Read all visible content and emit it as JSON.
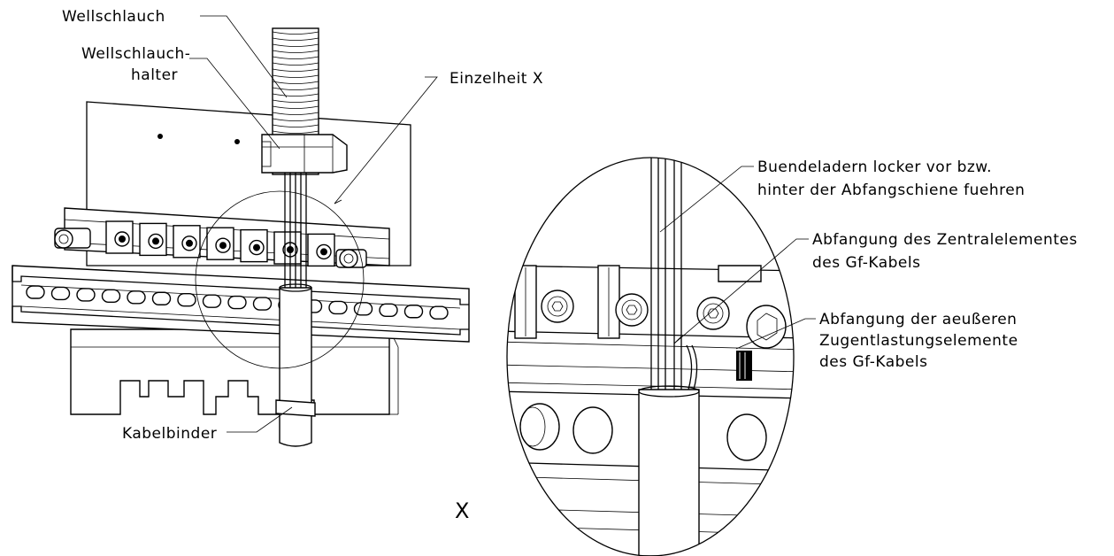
{
  "labels": {
    "wellschlauch": "Wellschlauch",
    "wellschlauchhalter_line1": "Wellschlauch-",
    "wellschlauchhalter_line2": "halter",
    "einzelheit": "Einzelheit X",
    "kabelbinder": "Kabelbinder",
    "detail_marker": "X",
    "buendeladern_line1": "Buendeladern locker vor bzw.",
    "buendeladern_line2": "hinter der Abfangschiene fuehren",
    "zentral_line1": "Abfangung des Zentralelementes",
    "zentral_line2": "des Gf-Kabels",
    "aeusseren_line1": "Abfangung der aeußeren",
    "aeusseren_line2": "Zugentlastungselemente",
    "aeusseren_line3": "des Gf-Kabels"
  },
  "colors": {
    "line": "#000000",
    "background": "#ffffff"
  }
}
